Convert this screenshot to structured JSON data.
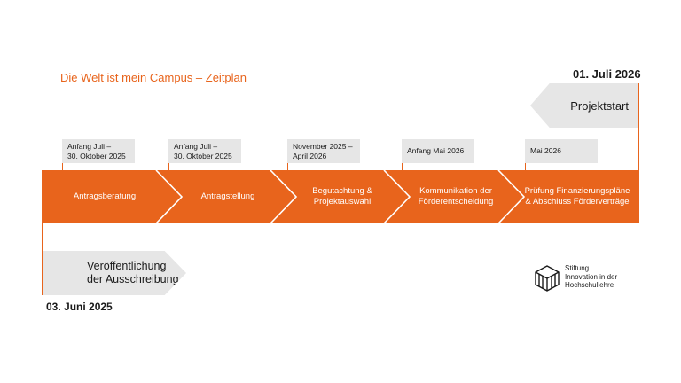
{
  "title": "Die Welt ist mein Campus – Zeitplan",
  "end": {
    "date": "01. Juli 2026",
    "label": "Projektstart"
  },
  "start": {
    "date": "03. Juni 2025",
    "label_line1": "Veröffentlichung",
    "label_line2": "der Ausschreibung"
  },
  "phases": [
    {
      "date_line1": "Anfang Juli –",
      "date_line2": "30. Oktober 2025",
      "label_line1": "Antragsberatung",
      "label_line2": ""
    },
    {
      "date_line1": "Anfang Juli –",
      "date_line2": "30. Oktober 2025",
      "label_line1": "Antragstellung",
      "label_line2": ""
    },
    {
      "date_line1": "November 2025 –",
      "date_line2": "April 2026",
      "label_line1": "Begutachtung &",
      "label_line2": "Projektauswahl"
    },
    {
      "date_line1": "Anfang Mai 2026",
      "date_line2": "",
      "label_line1": "Kommunikation der",
      "label_line2": "Förderentscheidung"
    },
    {
      "date_line1": "Mai 2026",
      "date_line2": "",
      "label_line1": "Prüfung Finanzierungspläne",
      "label_line2": "& Abschluss Förderverträge"
    }
  ],
  "logo": {
    "line1": "Stiftung",
    "line2": "Innovation in der",
    "line3": "Hochschullehre"
  },
  "colors": {
    "accent": "#e8641c",
    "box": "#e6e6e6",
    "text": "#1a1a1a"
  }
}
